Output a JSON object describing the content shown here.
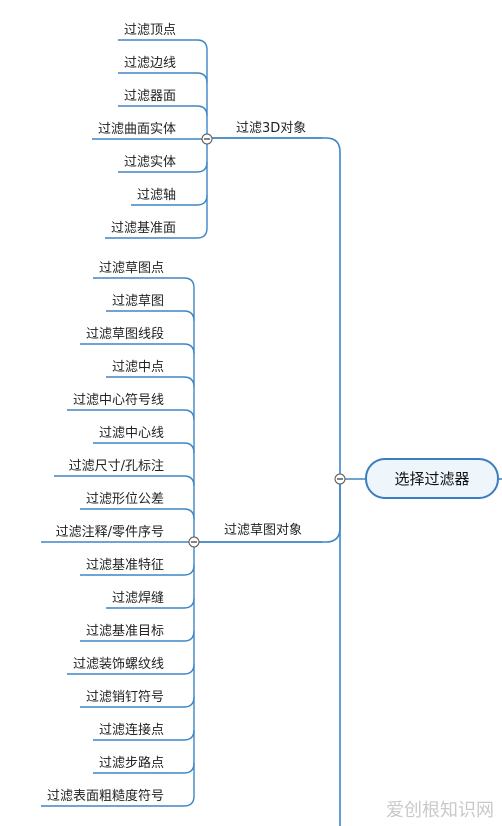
{
  "root": {
    "label": "选择过滤器"
  },
  "branches": [
    {
      "label": "过滤3D对象",
      "children": [
        "过滤顶点",
        "过滤边线",
        "过滤器面",
        "过滤曲面实体",
        "过滤实体",
        "过滤轴",
        "过滤基准面"
      ]
    },
    {
      "label": "过滤草图对象",
      "children": [
        "过滤草图点",
        "过滤草图",
        "过滤草图线段",
        "过滤中点",
        "过滤中心符号线",
        "过滤中心线",
        "过滤尺寸/孔标注",
        "过滤形位公差",
        "过滤注释/零件序号",
        "过滤基准特征",
        "过滤焊缝",
        "过滤基准目标",
        "过滤装饰螺纹线",
        "过滤销钉符号",
        "过滤连接点",
        "过滤步路点",
        "过滤表面粗糙度符号"
      ]
    }
  ],
  "watermark": "爱创根知识网",
  "colors": {
    "line": "#3d85c6",
    "root_border": "#3b7ec0",
    "root_fill": "#eef6fc"
  }
}
